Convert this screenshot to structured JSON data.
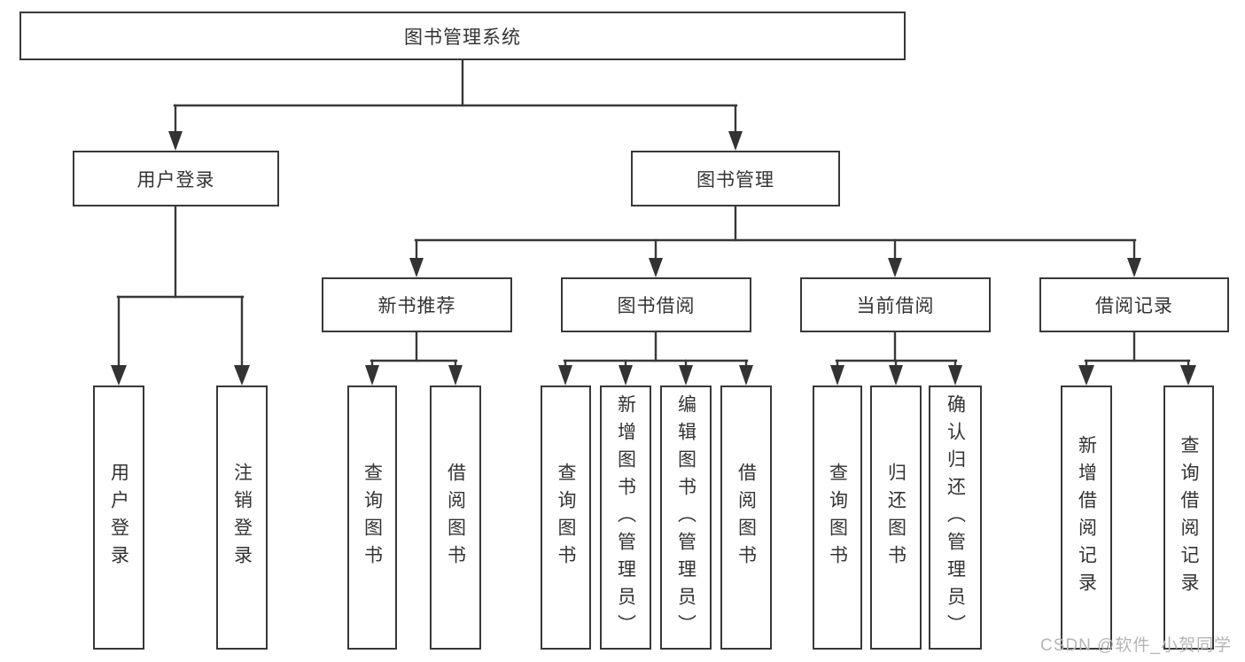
{
  "diagram_type": "hierarchy",
  "colors": {
    "line": "#383838",
    "border": "#383838",
    "text": "#333333",
    "background": "#ffffff",
    "watermark": "#b5b5b5"
  },
  "tree": {
    "label": "图书管理系统",
    "children": [
      {
        "label": "用户登录",
        "children": [
          {
            "label": "用户登录"
          },
          {
            "label": "注销登录"
          }
        ]
      },
      {
        "label": "图书管理",
        "children": [
          {
            "label": "新书推荐",
            "children": [
              {
                "label": "查询图书"
              },
              {
                "label": "借阅图书"
              }
            ]
          },
          {
            "label": "图书借阅",
            "children": [
              {
                "label": "查询图书"
              },
              {
                "label": "新增图书（管理员）"
              },
              {
                "label": "编辑图书（管理员）"
              },
              {
                "label": "借阅图书"
              }
            ]
          },
          {
            "label": "当前借阅",
            "children": [
              {
                "label": "查询图书"
              },
              {
                "label": "归还图书"
              },
              {
                "label": "确认归还（管理员）"
              }
            ]
          },
          {
            "label": "借阅记录",
            "children": [
              {
                "label": "新增借阅记录"
              },
              {
                "label": "查询借阅记录"
              }
            ]
          }
        ]
      }
    ]
  },
  "watermark": "CSDN @软件_小贺同学"
}
